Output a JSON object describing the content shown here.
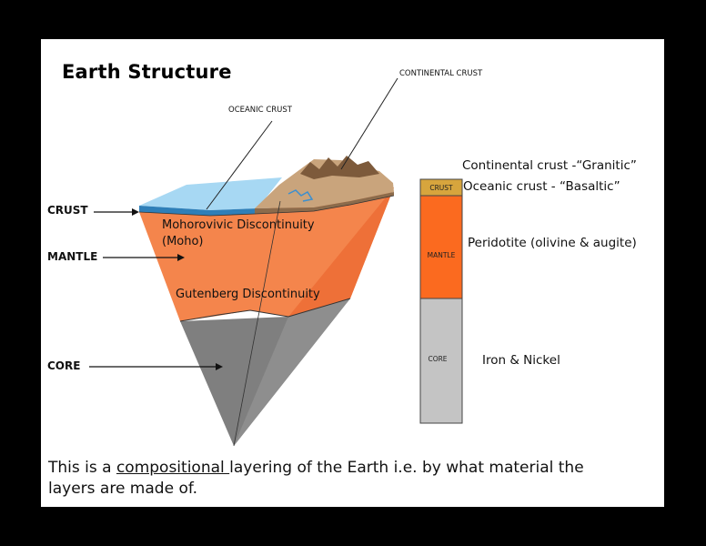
{
  "title": "Earth Structure",
  "callouts": {
    "continental_crust": "CONTINENTAL CRUST",
    "oceanic_crust": "OCEANIC CRUST"
  },
  "side_labels": {
    "crust": "CRUST",
    "mantle": "MANTLE",
    "core": "CORE"
  },
  "discontinuities": {
    "moho_line1": "Mohorovivic Discontinuity",
    "moho_line2": "(Moho)",
    "gutenberg": "Gutenberg Discontinuity"
  },
  "column": {
    "crust_label": "CRUST",
    "mantle_label": "MANTLE",
    "core_label": "CORE",
    "continental_desc": "Continental crust -“Granitic”",
    "oceanic_desc": "Oceanic crust - “Basaltic”",
    "mantle_desc": "Peridotite (olivine & augite)",
    "core_desc": "Iron & Nickel"
  },
  "caption": {
    "before": "This is a ",
    "underlined": "compositional ",
    "after": "layering of the Earth i.e. by what material the layers are made of."
  },
  "colors": {
    "crust": "#d7a53d",
    "mantle": "#fb6a1f",
    "core": "#c4c4c4",
    "ocean": "#9fd3f0",
    "land": "#c9a47c"
  }
}
